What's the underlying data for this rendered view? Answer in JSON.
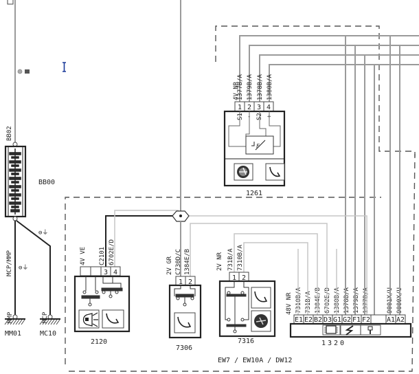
{
  "diagram": {
    "title_label": "EW7 / EW10A / DW12",
    "colors": {
      "ink": "#222222",
      "wire_grey": "#9a9a9a",
      "wire_light": "#c6c6c6",
      "cursor": "#1a3a9a"
    },
    "battery": {
      "id": "BB00",
      "top_wire": "BB02",
      "ground_wire": "MCP/MMP"
    },
    "grounds": [
      {
        "id": "MM01",
        "wire": "MMP",
        "symbol": "⊖⏚"
      },
      {
        "id": "MC10",
        "wire": "MCP",
        "symbol": "⊖⏚"
      }
    ],
    "left_marker": "⊙▣",
    "components": [
      {
        "id": "1261",
        "connector": "4V NR",
        "wires": [
          "1377B/A",
          "1379B/A",
          "1378B/A",
          "1380B/A"
        ],
        "pins": [
          "1",
          "2",
          "3",
          "4"
        ],
        "pin_marks": [
          "S1",
          "-",
          "S2",
          "+"
        ],
        "icons": [
          "throttle-body-icon",
          "sensor-curve-icon"
        ]
      },
      {
        "id": "2120",
        "connector": "4V VE",
        "wires": [
          "C2101",
          "6702E/D"
        ],
        "pins": [
          "",
          "",
          "3",
          "4"
        ],
        "icons": [
          "brake-lamp-icon",
          "sensor-curve-icon"
        ]
      },
      {
        "id": "7306",
        "connector": "2V GR",
        "wires": [
          "C730D/C",
          "1384E/B"
        ],
        "pins": [
          "1",
          "2"
        ],
        "icons": [
          "sensor-curve-icon"
        ]
      },
      {
        "id": "7316",
        "connector": "2V NR",
        "wires": [
          "731B/A",
          "7310B/A"
        ],
        "pins": [
          "1",
          "2"
        ],
        "icons": [
          "sensor-curve-icon",
          "throttle-body-icon"
        ]
      },
      {
        "id": "1320",
        "connector": "48V NR",
        "wires": [
          "7310B/A",
          "731B/A",
          "1384E/B",
          "6702E/D",
          "1380B/A",
          "1378B/A",
          "1379B/A",
          "1377B/A",
          "",
          "9001X/U",
          "9000X/U"
        ],
        "pins": [
          "E1",
          "E2",
          "B2",
          "D3",
          "G1",
          "G2",
          "F1",
          "F2",
          "",
          "A1",
          "A2"
        ],
        "icons": [
          "ecu-chip-icon",
          "ignition-spark-icon",
          "injector-icon"
        ]
      }
    ]
  }
}
